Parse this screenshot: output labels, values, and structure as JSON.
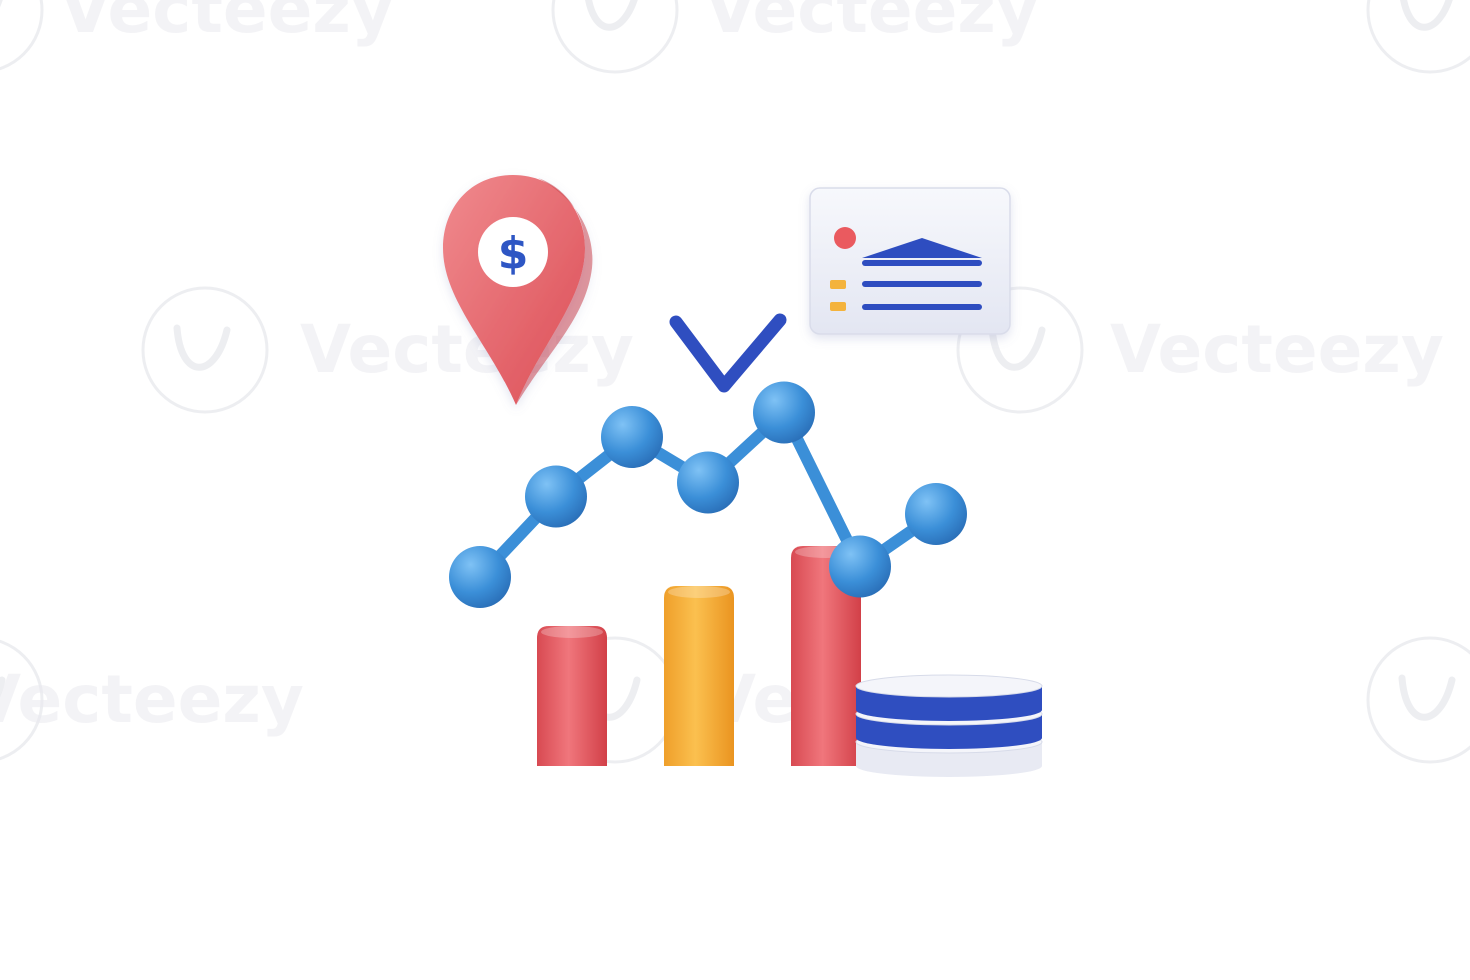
{
  "watermark": {
    "text": "Vecteezy",
    "color": "#e6e7eb"
  },
  "location_pin": {
    "icon": "location-pin-icon",
    "symbol": "$",
    "color": "#ea6f73",
    "symbol_color": "#2f57c4"
  },
  "checkmark": {
    "icon": "checkmark-icon",
    "color": "#2f4ec0"
  },
  "info_card": {
    "icon": "bank-card-icon",
    "background": "#eef0f8",
    "dot_color": "#ea5a5f",
    "bullet_color": "#f4b33c",
    "line_color": "#2f4ec0"
  },
  "line_chart": {
    "color": "#3b8fd8",
    "points": [
      [
        0,
        1.0
      ],
      [
        1,
        3.3
      ],
      [
        2,
        5.0
      ],
      [
        3,
        3.7
      ],
      [
        4,
        5.7
      ],
      [
        5,
        1.3
      ],
      [
        6,
        2.8
      ]
    ]
  },
  "bar_chart": {
    "bars": [
      {
        "value": 140,
        "color": "#ea6168"
      },
      {
        "value": 180,
        "color": "#f7b23e"
      },
      {
        "value": 220,
        "color": "#ea5860"
      }
    ]
  },
  "coin_stack": {
    "icon": "coin-stack-icon",
    "coins": 3,
    "top_color": "#f4f5fa",
    "band_color": "#2f4ec0"
  }
}
